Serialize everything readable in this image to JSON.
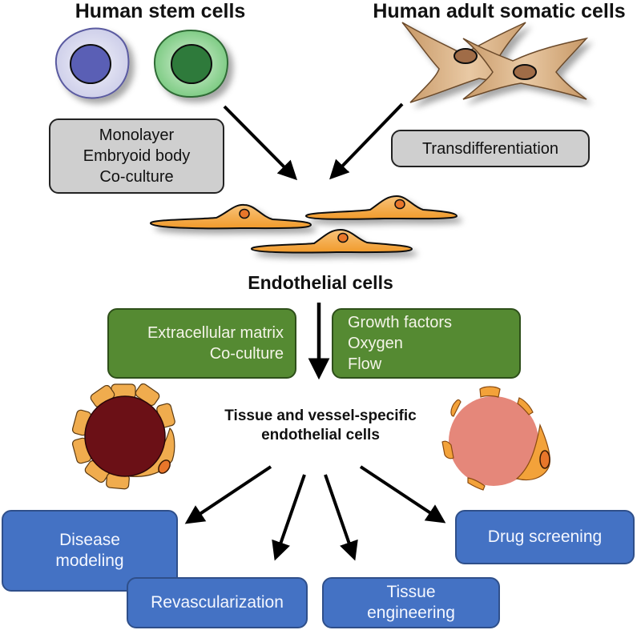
{
  "titles": {
    "stem_cells": "Human stem cells",
    "somatic_cells": "Human adult somatic cells",
    "endothelial": "Endothelial cells",
    "specific": [
      "Tissue and vessel-specific",
      "endothelial cells"
    ]
  },
  "method_boxes": {
    "stem": [
      "Monolayer",
      "Embryoid body",
      "Co-culture"
    ],
    "somatic": [
      "Transdifferentiation"
    ]
  },
  "factor_boxes": {
    "left": [
      "Extracellular matrix",
      "Co-culture"
    ],
    "right": [
      "Growth factors",
      "Oxygen",
      "Flow"
    ]
  },
  "applications": {
    "disease": [
      "Disease",
      "modeling"
    ],
    "revasc": [
      "Revascularization"
    ],
    "tissue": [
      "Tissue",
      "engineering"
    ],
    "drug": [
      "Drug screening"
    ]
  },
  "colors": {
    "method_box": "#cfcfcf",
    "factor_box": "#558a32",
    "application_box": "#4472c4",
    "endothelial_cell": "#f3a23a",
    "vessel_dark": "#6b1016",
    "vessel_light": "#e5877a"
  }
}
